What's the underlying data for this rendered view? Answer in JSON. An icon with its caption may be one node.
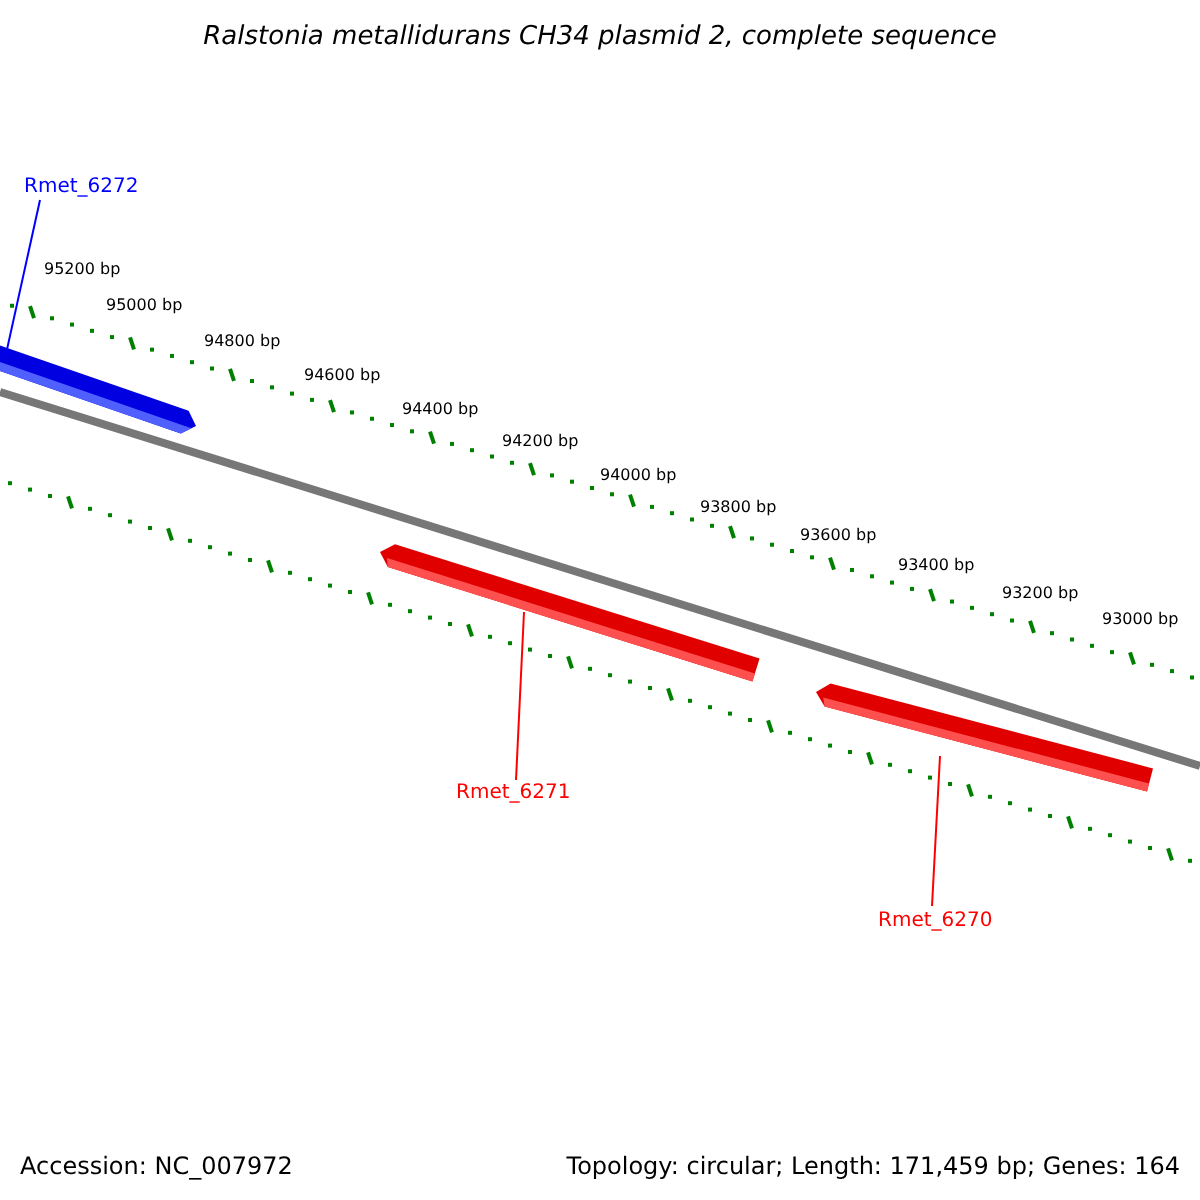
{
  "diagram": {
    "title": "Ralstonia metallidurans CH34 plasmid 2, complete sequence",
    "nodes": [
      {
        "text": [
          "Rmet_6272"
        ]
      },
      {
        "text": [],
        "shape": "bar"
      },
      {
        "text": [
          "Rmet_6271"
        ]
      },
      {
        "text": [],
        "shape": "bar"
      },
      {
        "text": [
          "Rmet_6270"
        ]
      },
      {
        "text": [],
        "shape": "bar"
      }
    ],
    "edges": [
      {
        "from": 0,
        "to": 1,
        "arrow": "none",
        "color": "#0000ff"
      },
      {
        "from": 2,
        "to": 3,
        "arrow": "none"
      },
      {
        "from": 4,
        "to": 5,
        "arrow": "none"
      }
    ],
    "labels": [
      "95200 bp",
      "95000 bp",
      "94800 bp",
      "94600 bp",
      "94400 bp",
      "94200 bp",
      "94000 bp",
      "93800 bp",
      "93600 bp",
      "93400 bp",
      "93200 bp",
      "93000 bp",
      "Accession: NC_007972",
      "Topology: circular; Length: 171,459 bp; Genes: 164"
    ]
  }
}
